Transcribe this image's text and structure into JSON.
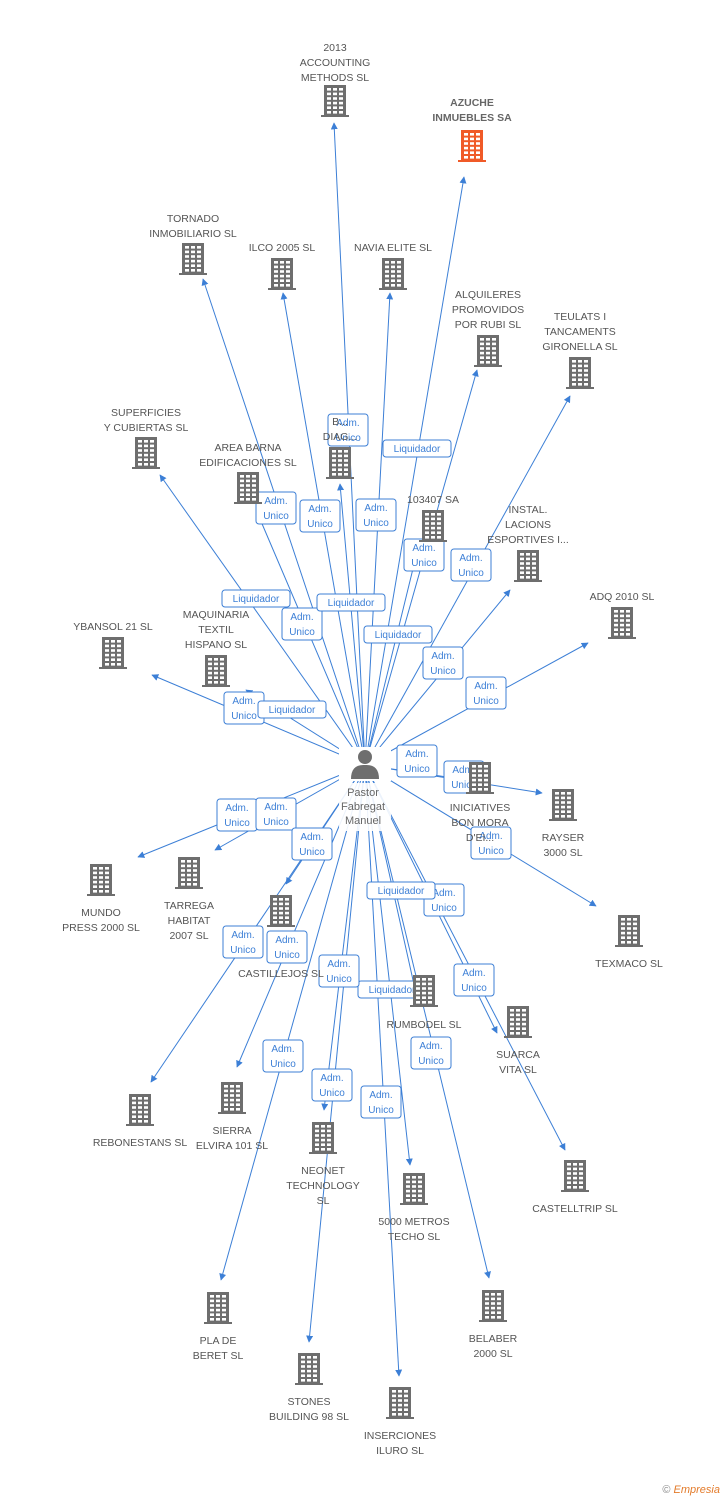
{
  "colors": {
    "edge": "#3c7fd6",
    "company": "#6e6e6e",
    "focus_company": "#f05a28",
    "person": "#6e6e6e"
  },
  "center": {
    "name_lines": [
      "Pastor",
      "Fabregat",
      "Manuel"
    ]
  },
  "nodes": [
    {
      "id": "accounting",
      "lines": [
        "2013",
        "ACCOUNTING",
        "METHODS  SL"
      ]
    },
    {
      "id": "azuche",
      "lines": [
        "AZUCHE",
        "INMUEBLES SA"
      ],
      "focus": true
    },
    {
      "id": "tornado",
      "lines": [
        "TORNADO",
        "INMOBILIARIO SL"
      ]
    },
    {
      "id": "ilco",
      "lines": [
        "ILCO 2005 SL"
      ]
    },
    {
      "id": "navia",
      "lines": [
        "NAVIA ELITE SL"
      ]
    },
    {
      "id": "alquileres",
      "lines": [
        "ALQUILERES",
        "PROMOVIDOS",
        "POR RUBI SL"
      ]
    },
    {
      "id": "teulats",
      "lines": [
        "TEULATS I",
        "TANCAMENTS",
        "GIRONELLA SL"
      ]
    },
    {
      "id": "superficies",
      "lines": [
        "SUPERFICIES",
        "Y CUBIERTAS SL"
      ]
    },
    {
      "id": "areabarna",
      "lines": [
        "AREA BARNA",
        "EDIFICACIONES SL"
      ]
    },
    {
      "id": "diag",
      "lines": [
        "B...",
        "DIAG..."
      ]
    },
    {
      "id": "s103407",
      "lines": [
        "103407 SA"
      ]
    },
    {
      "id": "instal",
      "lines": [
        "INSTAL.",
        "LACIONS",
        "ESPORTIVES I..."
      ]
    },
    {
      "id": "adq",
      "lines": [
        "ADQ 2010 SL"
      ]
    },
    {
      "id": "ybansol",
      "lines": [
        "YBANSOL 21 SL"
      ]
    },
    {
      "id": "maquinaria",
      "lines": [
        "MAQUINARIA",
        "TEXTIL",
        "HISPANO SL"
      ]
    },
    {
      "id": "iniciatives",
      "lines": [
        "INICIATIVES",
        "BON MORA",
        "D'EI..."
      ]
    },
    {
      "id": "rayser",
      "lines": [
        "RAYSER",
        "3000 SL"
      ]
    },
    {
      "id": "mundo",
      "lines": [
        "MUNDO",
        "PRESS 2000 SL"
      ]
    },
    {
      "id": "tarrega",
      "lines": [
        "TARREGA",
        "HABITAT",
        "2007 SL"
      ]
    },
    {
      "id": "castillejos",
      "lines": [
        "CASTILLEJOS SL"
      ]
    },
    {
      "id": "texmaco",
      "lines": [
        "TEXMACO SL"
      ]
    },
    {
      "id": "rumbodel",
      "lines": [
        "RUMBODEL SL"
      ]
    },
    {
      "id": "suarca",
      "lines": [
        "SUARCA",
        "VITA SL"
      ]
    },
    {
      "id": "rebonestans",
      "lines": [
        "REBONESTANS SL"
      ]
    },
    {
      "id": "sierra",
      "lines": [
        "SIERRA",
        "ELVIRA 101 SL"
      ]
    },
    {
      "id": "neonet",
      "lines": [
        "NEONET",
        "TECHNOLOGY",
        "SL"
      ]
    },
    {
      "id": "cincomil",
      "lines": [
        "5000 METROS",
        "TECHO SL"
      ]
    },
    {
      "id": "castelltrip",
      "lines": [
        "CASTELLTRIP SL"
      ]
    },
    {
      "id": "pla",
      "lines": [
        "PLA DE",
        "BERET SL"
      ]
    },
    {
      "id": "belaber",
      "lines": [
        "BELABER",
        "2000 SL"
      ]
    },
    {
      "id": "stones",
      "lines": [
        "STONES",
        "BUILDING 98 SL"
      ]
    },
    {
      "id": "inserciones",
      "lines": [
        "INSERCIONES",
        "ILURO  SL"
      ]
    }
  ],
  "edges": [
    {
      "to": "accounting",
      "role": [
        "Adm.",
        "Unico"
      ]
    },
    {
      "to": "azuche",
      "role": [
        "Liquidador"
      ]
    },
    {
      "to": "tornado",
      "role": [
        "Adm.",
        "Unico"
      ]
    },
    {
      "to": "ilco",
      "role": [
        "Adm.",
        "Unico"
      ]
    },
    {
      "to": "navia",
      "role": [
        "Adm.",
        "Unico"
      ]
    },
    {
      "to": "alquileres",
      "role": [
        "Adm.",
        "Unico"
      ]
    },
    {
      "to": "teulats",
      "role": [
        "Adm.",
        "Unico"
      ]
    },
    {
      "to": "superficies",
      "role": [
        "Liquidador"
      ]
    },
    {
      "to": "areabarna",
      "role": [
        "Adm.",
        "Unico"
      ]
    },
    {
      "to": "diag",
      "role": [
        "Liquidador"
      ]
    },
    {
      "to": "s103407",
      "role": [
        "Liquidador"
      ]
    },
    {
      "to": "instal",
      "role": [
        "Adm.",
        "Unico"
      ]
    },
    {
      "to": "adq",
      "role": [
        "Adm.",
        "Unico"
      ]
    },
    {
      "to": "ybansol",
      "role": [
        "Adm.",
        "Unico"
      ]
    },
    {
      "to": "maquinaria",
      "role": [
        "Liquidador"
      ]
    },
    {
      "to": "iniciatives",
      "role": [
        "Adm.",
        "Unico"
      ]
    },
    {
      "to": "rayser",
      "role": [
        "Adm.",
        "Unico"
      ]
    },
    {
      "to": "mundo",
      "role": [
        "Adm.",
        "Unico"
      ]
    },
    {
      "to": "tarrega",
      "role": [
        "Adm.",
        "Unico"
      ]
    },
    {
      "to": "castillejos",
      "role": [
        "Adm.",
        "Unico"
      ]
    },
    {
      "to": "texmaco",
      "role": [
        "Adm.",
        "Unico"
      ]
    },
    {
      "to": "rumbodel",
      "role": [
        "Liquidador"
      ]
    },
    {
      "to": "suarca",
      "role": [
        "Adm.",
        "Unico"
      ]
    },
    {
      "to": "rebonestans",
      "role": [
        "Adm.",
        "Unico"
      ]
    },
    {
      "to": "sierra",
      "role": [
        "Adm.",
        "Unico"
      ]
    },
    {
      "to": "neonet",
      "role": [
        "Adm.",
        "Unico"
      ]
    },
    {
      "to": "cincomil",
      "role": [
        "Liquidador"
      ]
    },
    {
      "to": "castelltrip",
      "role": [
        "Adm.",
        "Unico"
      ]
    },
    {
      "to": "pla",
      "role": [
        "Adm.",
        "Unico"
      ]
    },
    {
      "to": "belaber",
      "role": [
        "Adm.",
        "Unico"
      ]
    },
    {
      "to": "stones",
      "role": [
        "Adm.",
        "Unico"
      ]
    },
    {
      "to": "inserciones",
      "role": [
        "Adm.",
        "Unico"
      ]
    }
  ],
  "footer": {
    "copyright": "©",
    "brand": "Empresia"
  }
}
